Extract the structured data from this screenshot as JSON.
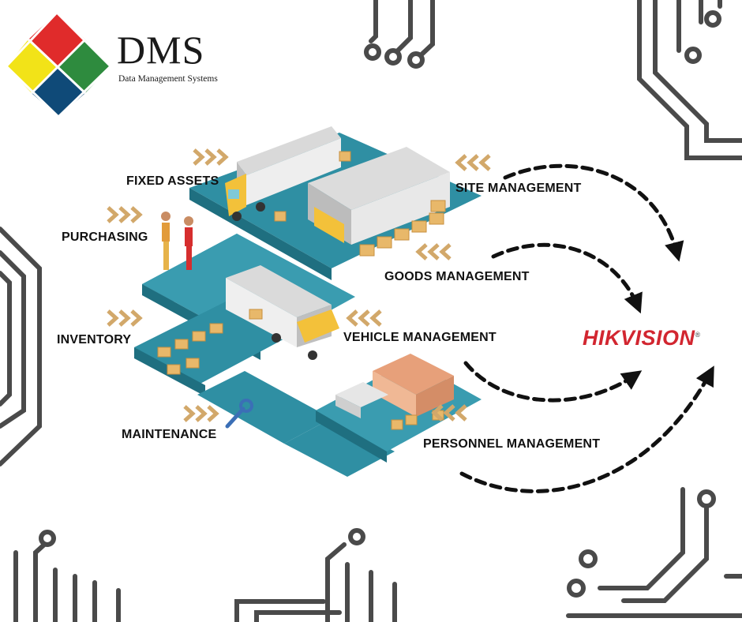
{
  "brand": {
    "name": "DMS",
    "subtitle": "Data Management Systems",
    "logo_colors": {
      "top": "#e02b2b",
      "left": "#f2e318",
      "right": "#2e8b3e",
      "bottom": "#0f4a78"
    }
  },
  "modules": {
    "fixed_assets": "FIXED ASSETS",
    "purchasing": "PURCHASING",
    "inventory": "INVENTORY",
    "maintenance": "MAINTENANCE",
    "site_management": "SITE MANAGEMENT",
    "goods_management": "GOODS MANAGEMENT",
    "vehicle_management": "VEHICLE MANAGEMENT",
    "personnel_management": "PERSONNEL MANAGEMENT"
  },
  "partner": {
    "name_part1": "HIK",
    "name_part2": "VISION",
    "mark": "®"
  },
  "colors": {
    "road": "#2f8fa3",
    "road_top": "#4aa9bd",
    "chevron": "#d2a86a",
    "circuit": "#4a4a4a",
    "arrow": "#111111",
    "truck_cab": "#f3c13a",
    "box": "#e8b86a",
    "partner_red": "#d22630"
  },
  "icons": [
    "chevron-arrows-icon",
    "curved-dashed-arrow-icon",
    "circuit-trace-icon",
    "wrench-icon"
  ]
}
